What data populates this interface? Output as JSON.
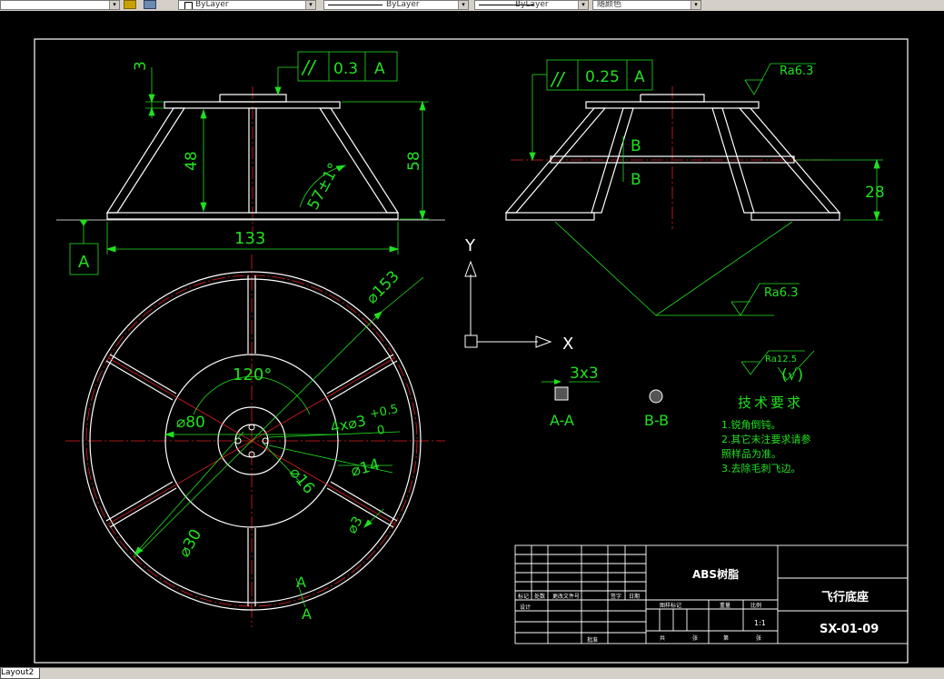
{
  "toolbar": {
    "linetype_value": "ByLayer",
    "lineweight_value": "ByLayer",
    "linestyle_value": "ByLayer",
    "plotstyle_value": "随颜色",
    "dropdown_glyph": "▾"
  },
  "drawing": {
    "dims": {
      "thickness": "3",
      "height_inner": "48",
      "height_total": "58",
      "base_length": "133",
      "angle": "57±1°",
      "rib_height": "28",
      "d153": "⌀153",
      "d80": "⌀80",
      "d16": "⌀16",
      "d30": "⌀30",
      "d14": "⌀14",
      "d3": "⌀3",
      "holes": "4x⌀3",
      "tol_plus": "+0.5",
      "tol_zero": "0",
      "spoke_angle": "120°"
    },
    "tolerance_left": {
      "symbol": "//",
      "value": "0.3",
      "datum": "A"
    },
    "tolerance_right": {
      "symbol": "//",
      "value": "0.25",
      "datum": "A"
    },
    "datum_label": "A",
    "roughness": {
      "top": "Ra6.3",
      "bottom": "Ra6.3",
      "general": "Ra12.5",
      "paren": "(√)"
    },
    "section_labels": {
      "a_upper": "A",
      "a_lower": "A",
      "b_upper": "B",
      "b_lower": "B"
    },
    "sections": {
      "aa_dim": "3x3",
      "aa_label": "A-A",
      "bb_label": "B-B"
    },
    "axes": {
      "x": "X",
      "y": "Y"
    },
    "tech": {
      "title": "技术要求",
      "line1": "1.锐角倒钝。",
      "line2": "2.其它未注要求请参",
      "line3": "照样品为准。",
      "line4": "3.去除毛刺飞边。"
    },
    "title_block": {
      "material": "ABS树脂",
      "part_name": "飞行底座",
      "drawing_no": "SX-01-09",
      "scale": "1:1",
      "h_mark": "标记",
      "h_count": "处数",
      "h_doc": "更改文件号",
      "h_sign": "签字",
      "h_date": "日期",
      "h_design": "设计",
      "h_approve": "批准",
      "h_stage": "图样标记",
      "h_weight": "重量",
      "h_ratio": "比例",
      "h_total": "共",
      "h_sheet": "张",
      "h_page": "第",
      "h_page2": "张"
    }
  },
  "tabs": {
    "layout2": "Layout2"
  }
}
